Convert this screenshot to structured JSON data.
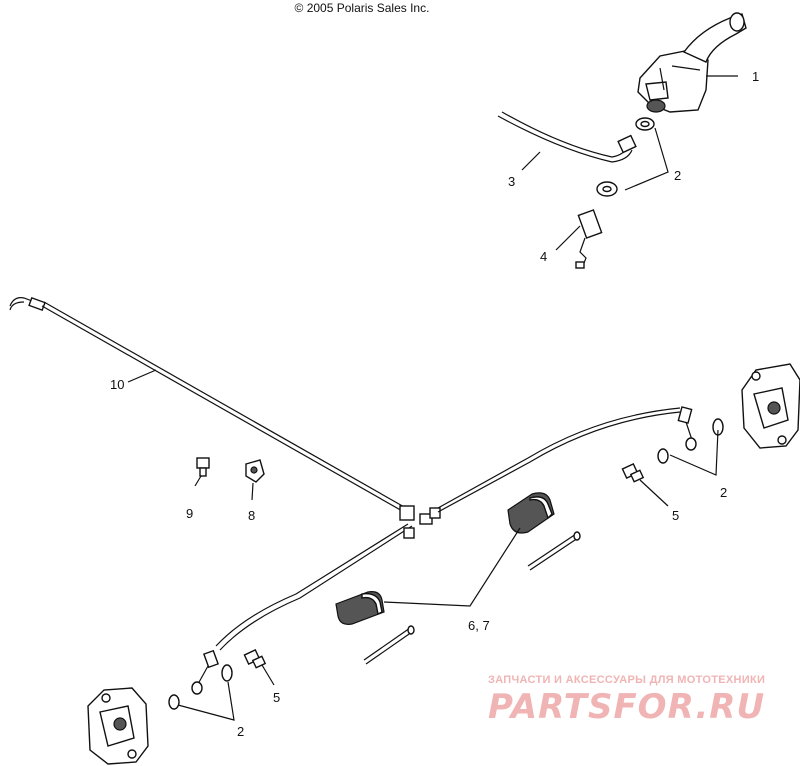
{
  "copyright": "© 2005 Polaris Sales Inc.",
  "callouts": {
    "c1": "1",
    "c2_top": "2",
    "c3": "3",
    "c4": "4",
    "c10": "10",
    "c9": "9",
    "c8": "8",
    "c2_right": "2",
    "c5_right": "5",
    "c67": "6, 7",
    "c5_left": "5",
    "c2_left": "2"
  },
  "watermark": {
    "tagline": "ЗАПЧАСТИ И АКСЕССУАРЫ ДЛЯ МОТОТЕХНИКИ",
    "brand": "PARTSFOR.RU",
    "color": "#f0b4b4"
  }
}
